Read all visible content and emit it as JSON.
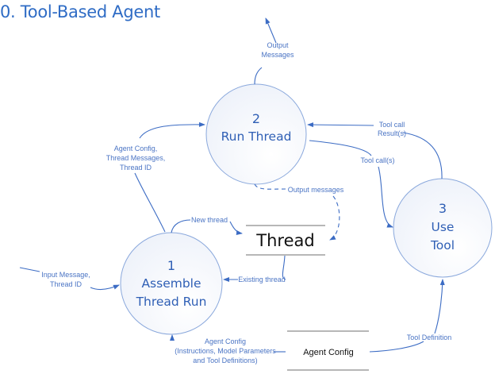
{
  "title": "0. Tool-Based Agent",
  "colors": {
    "accent": "#2f6cc5",
    "flow": "#3c6cc4",
    "circle_stroke": "#8aa8dc",
    "circle_fill": "#f6f8fd"
  },
  "processes": [
    {
      "number": "2",
      "name_lines": [
        "Run Thread"
      ]
    },
    {
      "number": "1",
      "name_lines": [
        "Assemble",
        "Thread Run"
      ]
    },
    {
      "number": "3",
      "name_lines": [
        "Use",
        "Tool"
      ]
    }
  ],
  "stores": {
    "thread": "Thread",
    "agent_config": "Agent Config"
  },
  "flows": {
    "output_messages": [
      "Output",
      "Messages"
    ],
    "agent_config_thread": [
      "Agent Config,",
      "Thread Messages,",
      "Thread ID"
    ],
    "tool_call_results": [
      "Tool call",
      "Result(s)"
    ],
    "tool_calls": "Tool call(s)",
    "output_messages_to_thread": "Output messages",
    "new_thread": "New thread",
    "existing_thread": "Existing thread",
    "input_message": [
      "Input Message,",
      "Thread ID"
    ],
    "agent_config_full": [
      "Agent Config",
      "(Instructions, Model Parameters",
      "and Tool Definitions)"
    ],
    "tool_definition": "Tool Definition"
  }
}
